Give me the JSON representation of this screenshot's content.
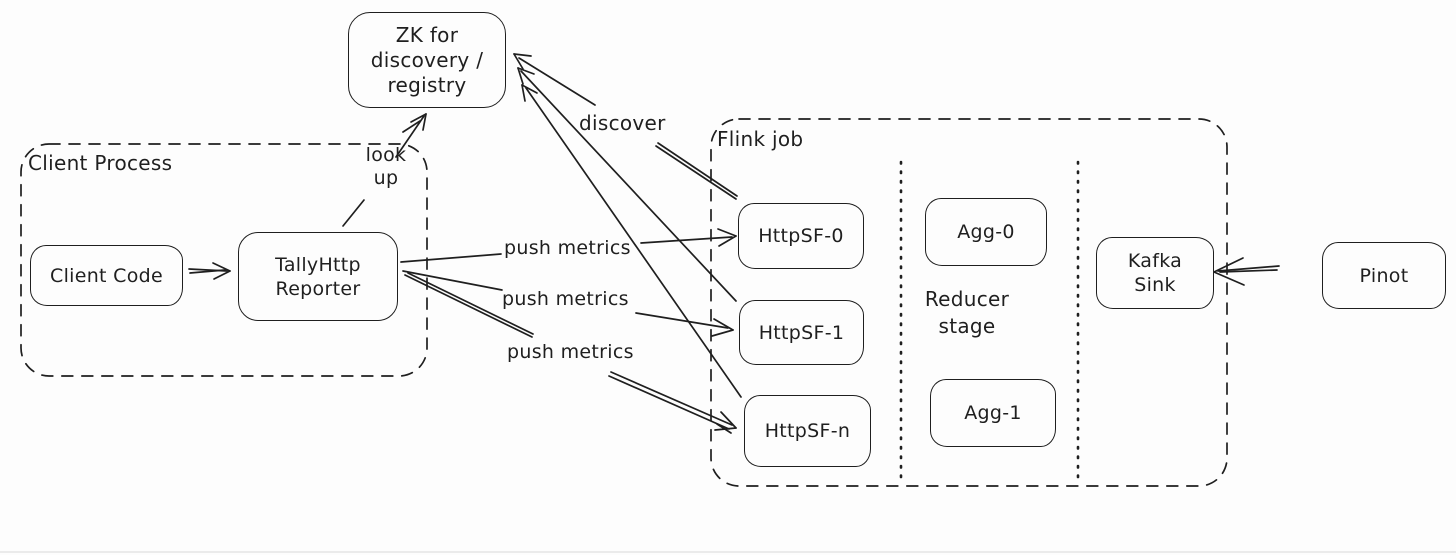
{
  "diagram": {
    "containers": {
      "client_process": {
        "label": "Client Process"
      },
      "flink_job": {
        "label": "Flink job"
      }
    },
    "nodes": {
      "zk": {
        "label": "ZK for\ndiscovery /\nregistry"
      },
      "client_code": {
        "label": "Client Code"
      },
      "reporter": {
        "label": "TallyHttp\nReporter"
      },
      "httpsf_0": {
        "label": "HttpSF-0"
      },
      "httpsf_1": {
        "label": "HttpSF-1"
      },
      "httpsf_n": {
        "label": "HttpSF-n"
      },
      "agg_0": {
        "label": "Agg-0"
      },
      "agg_1": {
        "label": "Agg-1"
      },
      "kafka_sink": {
        "label": "Kafka\nSink"
      },
      "pinot": {
        "label": "Pinot"
      }
    },
    "edge_labels": {
      "look_up": "look\nup",
      "discover": "discover",
      "push_metrics_0": "push metrics",
      "push_metrics_1": "push metrics",
      "push_metrics_2": "push metrics",
      "reducer_stage": "Reducer\nstage"
    },
    "edges": [
      {
        "from": "client_code",
        "to": "reporter",
        "label": ""
      },
      {
        "from": "reporter",
        "to": "zk",
        "label": "look up"
      },
      {
        "from": "reporter",
        "to": "httpsf_0",
        "label": "push metrics"
      },
      {
        "from": "reporter",
        "to": "httpsf_1",
        "label": "push metrics"
      },
      {
        "from": "reporter",
        "to": "httpsf_n",
        "label": "push metrics"
      },
      {
        "from": "httpsf_0",
        "to": "zk",
        "label": "discover"
      },
      {
        "from": "httpsf_1",
        "to": "zk",
        "label": "discover"
      },
      {
        "from": "httpsf_n",
        "to": "zk",
        "label": "discover"
      },
      {
        "from": "pinot",
        "to": "kafka_sink",
        "label": ""
      }
    ],
    "colors": {
      "stroke": "#1f1f1f",
      "background": "#fdfdfd",
      "bottom_rule": "#ebebeb"
    }
  }
}
